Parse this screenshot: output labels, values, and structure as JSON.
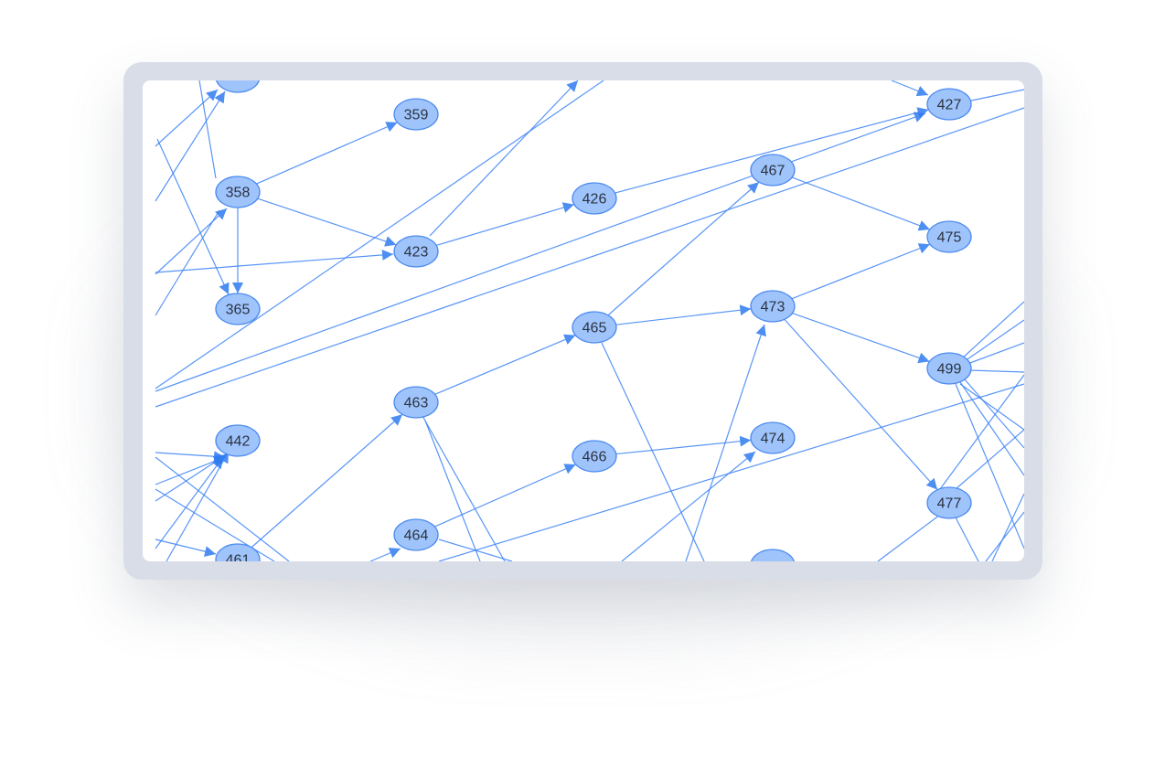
{
  "graph": {
    "edge_color": "#3b82f6",
    "node_fill": "#9fc3fb",
    "node_stroke": "#4a8af0",
    "label_color": "#2b3442",
    "nodes": [
      {
        "id": "n0",
        "label": ""
      },
      {
        "id": "n359",
        "label": "359"
      },
      {
        "id": "n358",
        "label": "358"
      },
      {
        "id": "n365",
        "label": "365"
      },
      {
        "id": "n423",
        "label": "423"
      },
      {
        "id": "n426",
        "label": "426"
      },
      {
        "id": "n467",
        "label": "467"
      },
      {
        "id": "n427",
        "label": "427"
      },
      {
        "id": "n475",
        "label": "475"
      },
      {
        "id": "n465",
        "label": "465"
      },
      {
        "id": "n473",
        "label": "473"
      },
      {
        "id": "n499",
        "label": "499"
      },
      {
        "id": "n463",
        "label": "463"
      },
      {
        "id": "n442",
        "label": "442"
      },
      {
        "id": "n466",
        "label": "466"
      },
      {
        "id": "n474",
        "label": "474"
      },
      {
        "id": "n477",
        "label": "477"
      },
      {
        "id": "n464",
        "label": "464"
      },
      {
        "id": "n461",
        "label": "461"
      },
      {
        "id": "nB",
        "label": ""
      }
    ],
    "edges": [
      {
        "from": "n358",
        "to": "n359"
      },
      {
        "from": "n358",
        "to": "n423"
      },
      {
        "from": "n358",
        "to": "n365"
      },
      {
        "from": "n423",
        "to": "n426"
      },
      {
        "from": "n426",
        "to": "n427"
      },
      {
        "from": "n467",
        "to": "n475"
      },
      {
        "from": "n465",
        "to": "n467"
      },
      {
        "from": "n465",
        "to": "n473"
      },
      {
        "from": "n473",
        "to": "n475"
      },
      {
        "from": "n473",
        "to": "n499"
      },
      {
        "from": "n473",
        "to": "n477"
      },
      {
        "from": "n463",
        "to": "n465"
      },
      {
        "from": "n466",
        "to": "n474"
      },
      {
        "from": "n464",
        "to": "n466"
      },
      {
        "from": "n461",
        "to": "n463"
      }
    ]
  }
}
